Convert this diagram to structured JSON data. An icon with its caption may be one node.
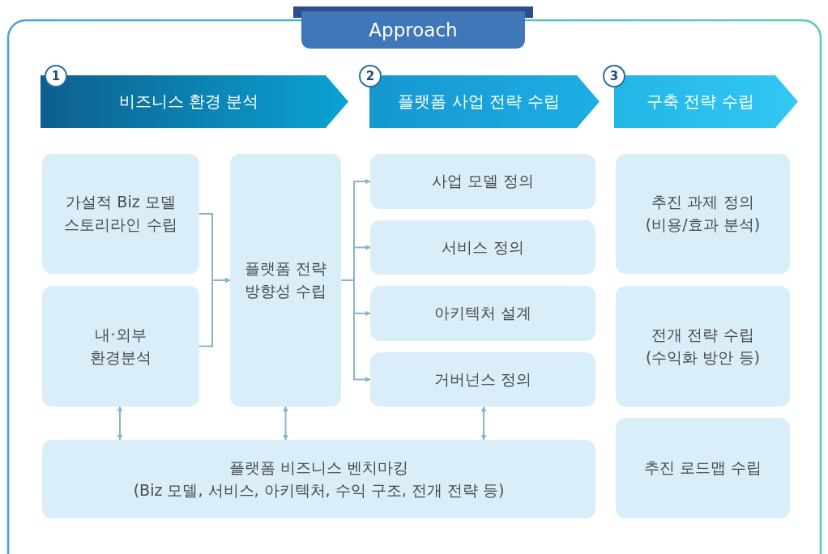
{
  "diagram": {
    "title": "Approach",
    "nodes": [
      {
        "text": [
          "비즈니스 환경 분석"
        ]
      },
      {
        "text": [
          "플랫폼 사업 전략 수립"
        ]
      },
      {
        "text": [
          "구축 전략 수립"
        ]
      },
      {
        "text": [
          "가설적 Biz 모델 스토리라인 수립"
        ]
      },
      {
        "text": [
          "내·외부 환경분석"
        ]
      },
      {
        "text": [
          "플랫폼 전략 방향성 수립"
        ]
      },
      {
        "text": [
          "사업 모델 정의"
        ]
      },
      {
        "text": [
          "서비스 정의"
        ]
      },
      {
        "text": [
          "아키텍처 설계"
        ]
      },
      {
        "text": [
          "거버넌스 정의"
        ]
      },
      {
        "text": [
          "추진 과제 정의",
          "(비용/효과 분석)"
        ]
      },
      {
        "text": [
          "전개 전략 수립",
          "(수익화 방안 등)"
        ]
      },
      {
        "text": [
          "추진 로드맵 수립"
        ]
      },
      {
        "text": [
          "플랫폼 비즈니스 벤치마킹",
          "(Biz 모델, 서비스, 아키텍처, 수익 구조, 전개 전략 등)"
        ]
      }
    ],
    "edges": [
      {
        "from": 3,
        "to": 5,
        "arrow": "to"
      },
      {
        "from": 4,
        "to": 5,
        "arrow": "to"
      },
      {
        "from": 5,
        "to": 6,
        "arrow": "to"
      },
      {
        "from": 5,
        "to": 7,
        "arrow": "to"
      },
      {
        "from": 5,
        "to": 8,
        "arrow": "to"
      },
      {
        "from": 5,
        "to": 9,
        "arrow": "to"
      },
      {
        "from": 4,
        "to": 13,
        "arrow": "both"
      },
      {
        "from": 5,
        "to": 13,
        "arrow": "both"
      },
      {
        "from": 9,
        "to": 13,
        "arrow": "both"
      }
    ],
    "labels": [
      "1",
      "2",
      "3"
    ]
  }
}
